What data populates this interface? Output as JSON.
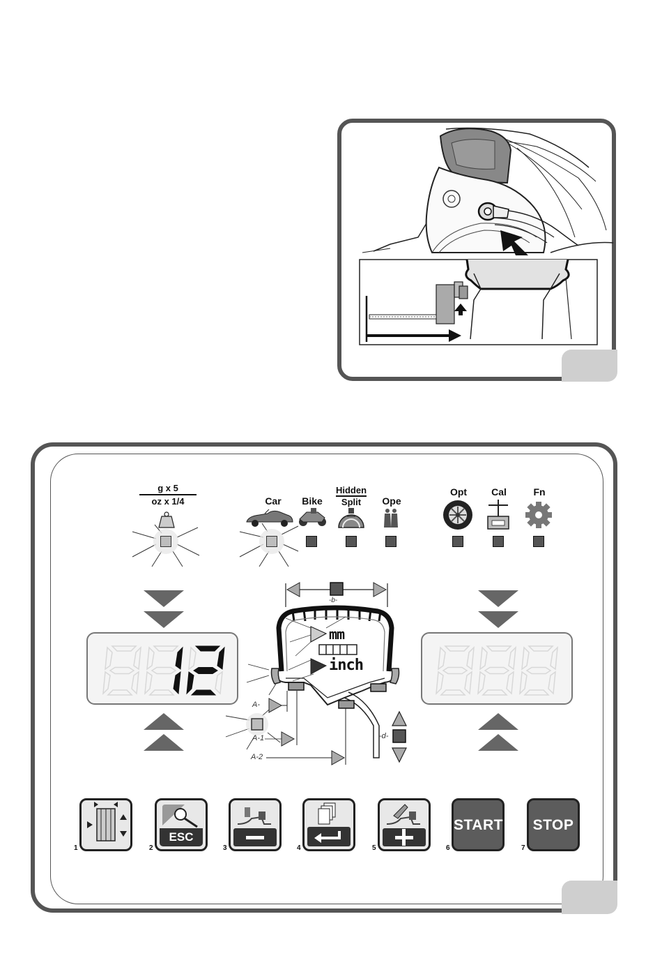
{
  "figure_top": {
    "icons": [
      "tire-icon",
      "distance-gauge-icon",
      "arrow-up-icon",
      "arrow-right-icon"
    ]
  },
  "panel": {
    "weight_unit": {
      "line1": "g x 5",
      "line2": "oz x 1/4"
    },
    "modes": [
      {
        "label": "Car",
        "icon": "car-icon"
      },
      {
        "label": "Bike",
        "icon": "motorcycle-icon"
      },
      {
        "label": "Hidden",
        "label2": "Split",
        "icon": "hidden-weight-icon"
      },
      {
        "label": "Ope",
        "icon": "operators-icon"
      }
    ],
    "right_icons": [
      {
        "label": "Opt",
        "icon": "wheel-icon"
      },
      {
        "label": "Cal",
        "icon": "calibration-weight-icon"
      },
      {
        "label": "Fn",
        "icon": "gear-icon"
      }
    ],
    "left_display": {
      "value": "12"
    },
    "units": {
      "mm": "mm",
      "inch": "inch"
    },
    "dimension_labels": {
      "b": "-b-",
      "a": "A-",
      "a1": "A-1",
      "a2": "A-2",
      "d": "-d-"
    },
    "buttons": [
      {
        "num": "1",
        "label": "",
        "icon": "rim-width-icon"
      },
      {
        "num": "2",
        "label": "ESC",
        "icon": "gauge-esc-icon"
      },
      {
        "num": "3",
        "label": "",
        "icon": "minus-icon"
      },
      {
        "num": "4",
        "label": "",
        "icon": "enter-icon"
      },
      {
        "num": "5",
        "label": "",
        "icon": "plus-icon"
      },
      {
        "num": "6",
        "label": "START",
        "icon": ""
      },
      {
        "num": "7",
        "label": "STOP",
        "icon": ""
      }
    ]
  },
  "colors": {
    "frame": "#555555",
    "tab": "#cfcfcf",
    "led_off": "#555555",
    "led_on": "#bdbdbd",
    "digit_off": "#d8d8d8",
    "digit_on": "#111111"
  }
}
